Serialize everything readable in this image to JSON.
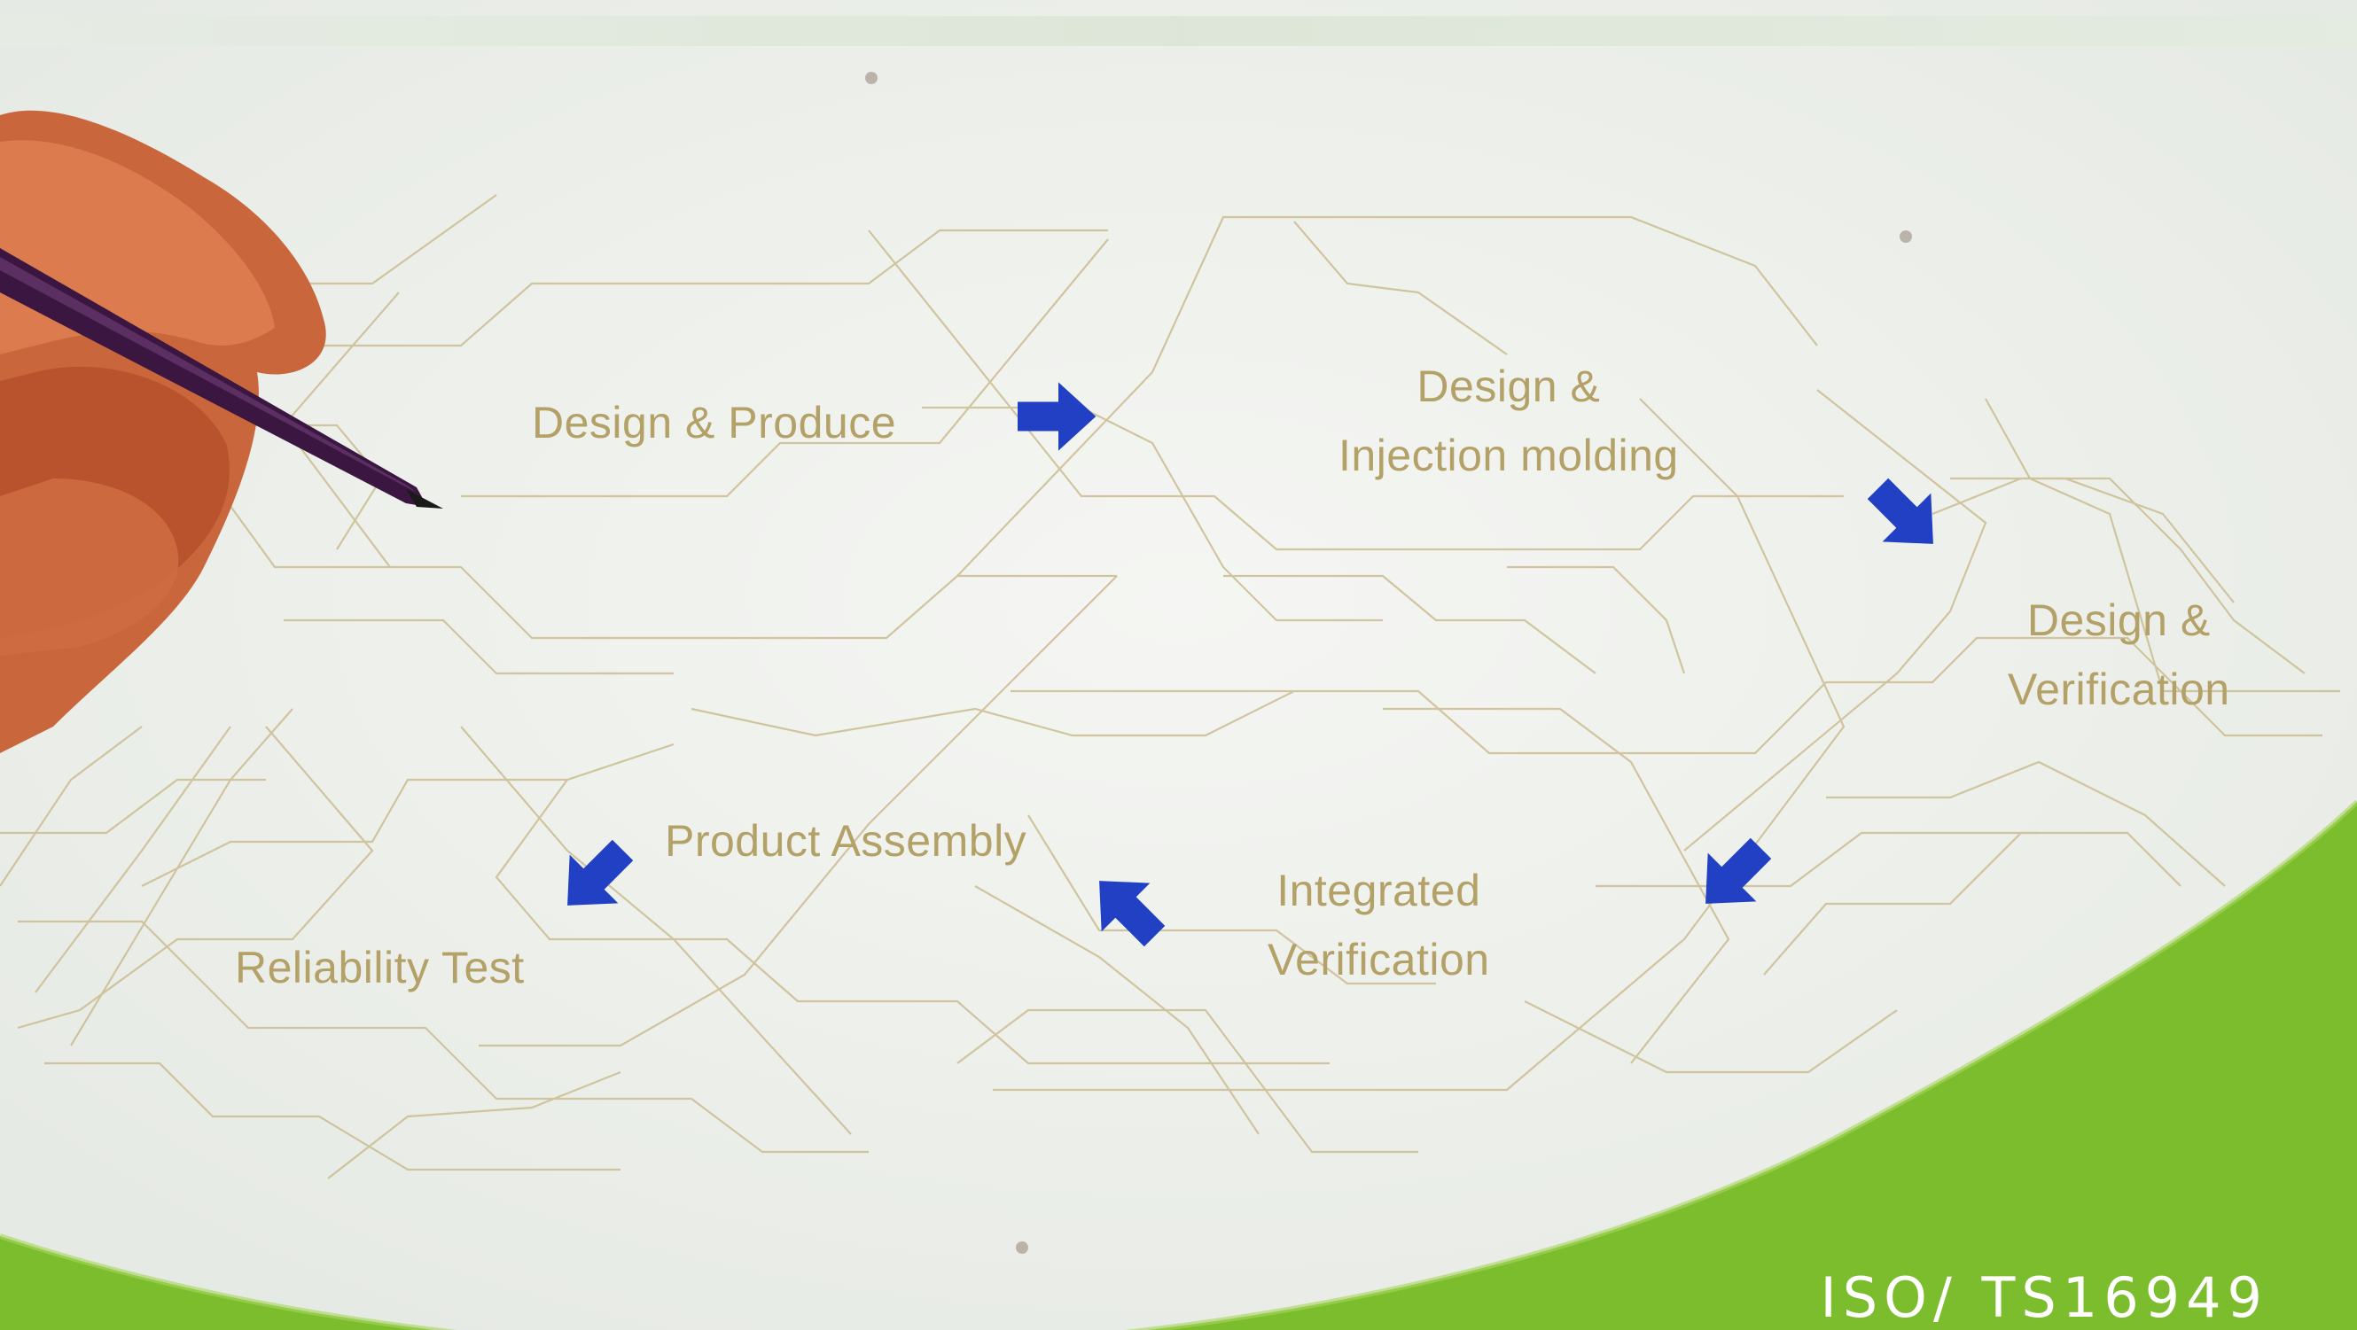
{
  "steps": {
    "design_produce": "Design & Produce",
    "design_injection": {
      "line1": "Design &",
      "line2": "Injection molding"
    },
    "design_verification": {
      "line1": "Design &",
      "line2": "Verification"
    },
    "integrated_verification": {
      "line1": "Integrated",
      "line2": "Verification"
    },
    "product_assembly": "Product Assembly",
    "reliability_test": "Reliability Test"
  },
  "footer": {
    "certification": "ISO/ TS16949"
  },
  "colors": {
    "label_text": "#b3a168",
    "arrow_blue": "#2140c4",
    "brand_green": "#7cbd2e",
    "background": "#eef1ee",
    "line_gold": "#c9b98a"
  },
  "icons": {
    "arrow_1": "arrow-right-icon",
    "arrow_2": "arrow-down-right-icon",
    "arrow_3": "arrow-down-left-icon",
    "arrow_4": "arrow-up-left-icon",
    "arrow_5": "arrow-down-left-icon",
    "hand": "hand-holding-pen-icon"
  }
}
